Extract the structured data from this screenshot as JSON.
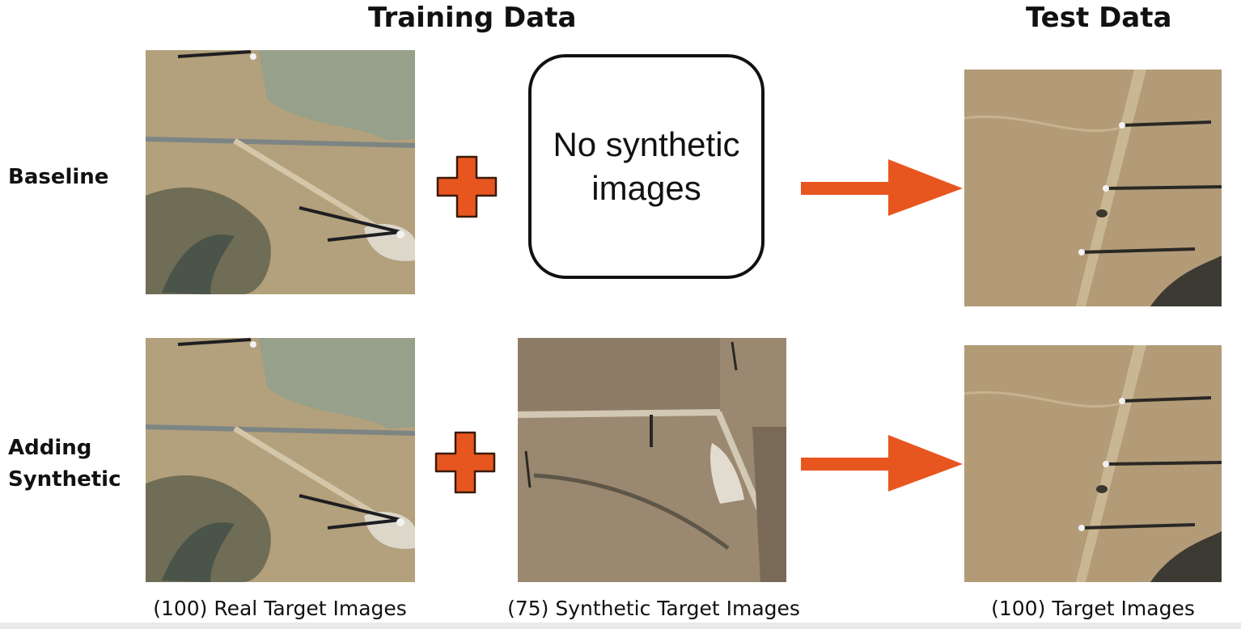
{
  "headings": {
    "training": "Training Data",
    "test": "Test Data"
  },
  "rows": {
    "baseline": {
      "label": "Baseline"
    },
    "synthetic": {
      "label": "Adding Synthetic"
    }
  },
  "placeholder": {
    "text": "No synthetic images"
  },
  "captions": {
    "real": "(100) Real Target Images",
    "synthetic": "(75) Synthetic Target Images",
    "target": "(100) Target Images"
  },
  "colors": {
    "accent": "#e8561f",
    "text": "#111111",
    "terrain": "#b39a74"
  },
  "icons": {
    "plus": "plus-icon",
    "arrow": "arrow-right-icon"
  }
}
